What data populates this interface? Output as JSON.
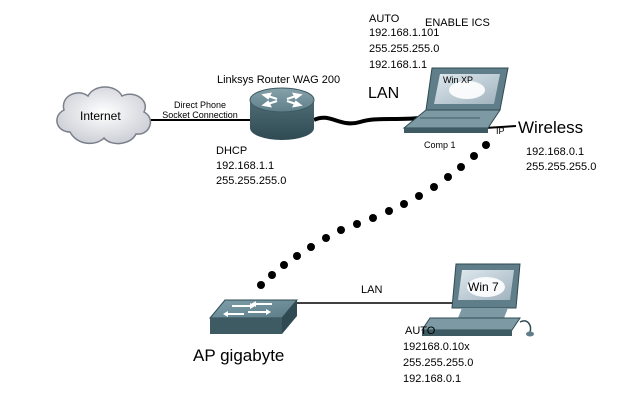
{
  "internet": {
    "label": "Internet"
  },
  "connection": {
    "line1": "Direct Phone",
    "line2": "Socket Connection"
  },
  "router": {
    "name": "Linksys Router WAG 200",
    "mode": "DHCP",
    "ip": "192.168.1.1",
    "mask": "255.255.255.0"
  },
  "top_lan": {
    "label": "LAN"
  },
  "comp1": {
    "name": "Comp 1",
    "screen_label": "Win XP",
    "mode": "AUTO",
    "ics": "ENABLE ICS",
    "ip": "192.168.1.101",
    "mask": "255.255.255.0",
    "gateway": "192.168.1.1",
    "port_label": "IP"
  },
  "wireless": {
    "label": "Wireless",
    "ip": "192.168.0.1",
    "mask": "255.255.255.0"
  },
  "ap": {
    "label": "AP gigabyte"
  },
  "bottom_lan": {
    "label": "LAN"
  },
  "win7": {
    "screen_label": "Win 7",
    "mode": "AUTO",
    "ip": "192168.0.10x",
    "mask": "255.255.255.0",
    "gateway": "192.168.0.1"
  }
}
